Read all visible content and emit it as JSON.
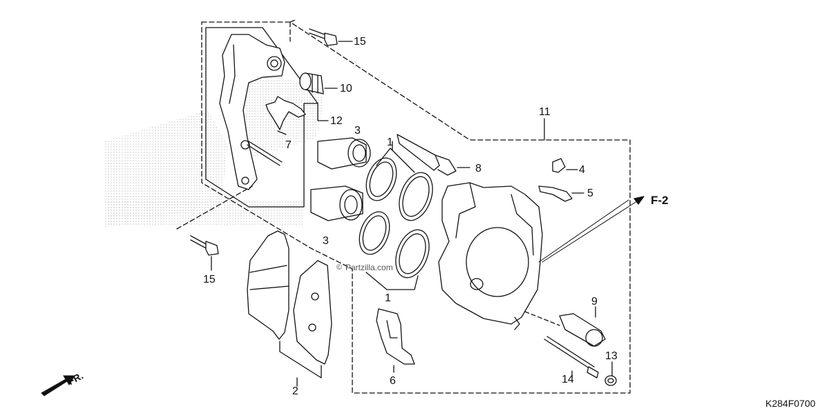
{
  "callouts": {
    "c1_top": "1",
    "c1_bottom": "1",
    "c2": "2",
    "c3_top": "3",
    "c3_bottom": "3",
    "c4": "4",
    "c5": "5",
    "c6": "6",
    "c7": "7",
    "c8": "8",
    "c9": "9",
    "c10": "10",
    "c11": "11",
    "c12": "12",
    "c13": "13",
    "c14": "14",
    "c15_top": "15",
    "c15_bottom": "15"
  },
  "reference_label": "F-2",
  "direction_label": "FR.",
  "diagram_code": "K284F0700",
  "watermark": "Partzilla.com",
  "colors": {
    "line": "#111111",
    "fill": "#ffffff",
    "dots": "#9a9a9a"
  }
}
